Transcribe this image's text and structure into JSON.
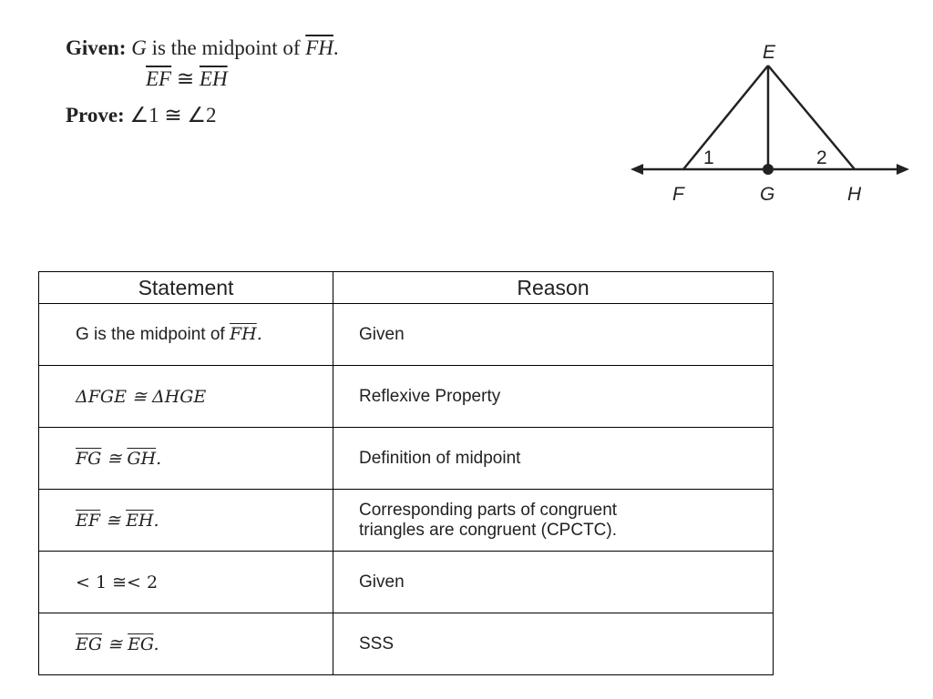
{
  "given": {
    "label": "Given:",
    "line1_var": "G",
    "line1_text": "is the midpoint of",
    "line1_seg": "FH",
    "line1_end": ".",
    "line2_a": "EF",
    "line2_op": "≅",
    "line2_b": "EH"
  },
  "prove": {
    "label": "Prove:",
    "statement": "∠1 ≅ ∠2"
  },
  "figure": {
    "points": {
      "E": "E",
      "F": "F",
      "G": "G",
      "H": "H"
    },
    "angles": {
      "a1": "1",
      "a2": "2"
    }
  },
  "table": {
    "headers": [
      "Statement",
      "Reason"
    ],
    "rows": [
      {
        "statement_prefix": "G is the midpoint of ",
        "statement_seg": "FH",
        "statement_suffix": ".",
        "reason": "Given"
      },
      {
        "statement": "ΔFGE ≅ ΔHGE",
        "reason": "Reflexive Property"
      },
      {
        "statement_a": "FG",
        "op": " ≅ ",
        "statement_b": "GH",
        "suffix": ".",
        "reason": "Definition of midpoint"
      },
      {
        "statement_a": "EF",
        "op": " ≅ ",
        "statement_b": "EH",
        "suffix": ".",
        "reason_line1": "Corresponding parts of congruent",
        "reason_line2": "triangles are congruent (CPCTC)."
      },
      {
        "statement": "< 1 ≅< 2",
        "reason": "Given"
      },
      {
        "statement_a": "EG",
        "op": " ≅ ",
        "statement_b": "EG",
        "suffix": ".",
        "reason": "SSS"
      }
    ]
  }
}
